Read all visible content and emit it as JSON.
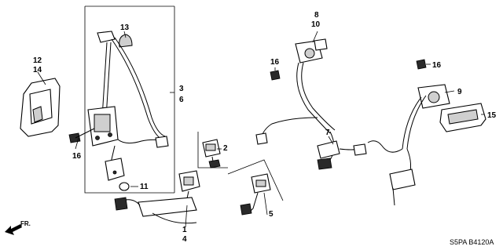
{
  "diagram": {
    "callouts": [
      {
        "id": "c1",
        "text": "1"
      },
      {
        "id": "c2",
        "text": "2"
      },
      {
        "id": "c3",
        "text": "3"
      },
      {
        "id": "c4",
        "text": "4"
      },
      {
        "id": "c5",
        "text": "5"
      },
      {
        "id": "c6",
        "text": "6"
      },
      {
        "id": "c7",
        "text": "7"
      },
      {
        "id": "c8",
        "text": "8"
      },
      {
        "id": "c9",
        "text": "9"
      },
      {
        "id": "c10",
        "text": "10"
      },
      {
        "id": "c11",
        "text": "11"
      },
      {
        "id": "c12",
        "text": "12"
      },
      {
        "id": "c13",
        "text": "13"
      },
      {
        "id": "c14",
        "text": "14"
      },
      {
        "id": "c15",
        "text": "15"
      },
      {
        "id": "c16a",
        "text": "16"
      },
      {
        "id": "c16b",
        "text": "16"
      },
      {
        "id": "c16c",
        "text": "16"
      }
    ],
    "direction_label": "FR.",
    "diagram_code": "S5PA B4120A"
  }
}
